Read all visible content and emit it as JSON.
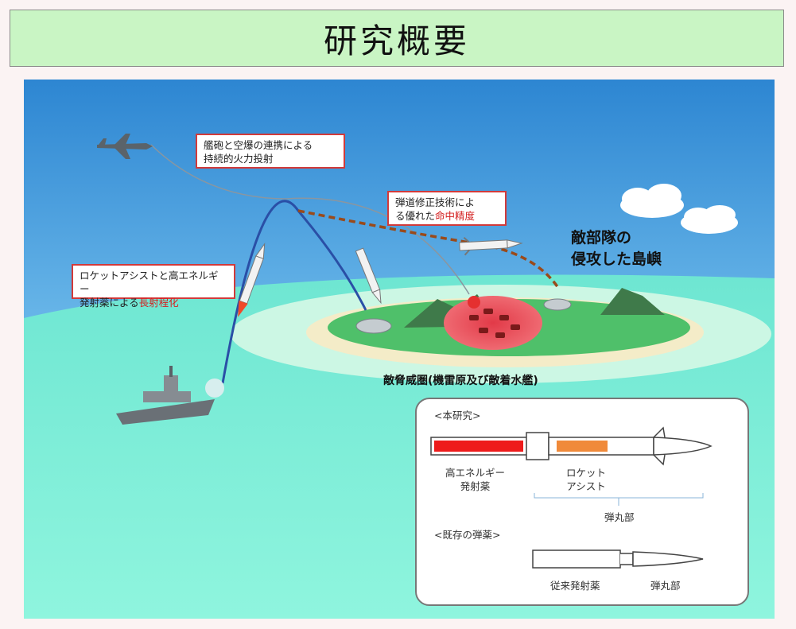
{
  "title": "研究概要",
  "callouts": {
    "fire_line1": "艦砲と空爆の連携による",
    "fire_line2": "持続的火力投射",
    "accuracy_line1": "弾道修正技術によ",
    "accuracy_line2_prefix": "る優れた",
    "accuracy_highlight": "命中精度",
    "range_line1": "ロケットアシストと高エネルギー",
    "range_line2_prefix": "発射薬による",
    "range_highlight": "長射程化"
  },
  "enemy_label_line1": "敵部隊の",
  "enemy_label_line2": "侵攻した島嶼",
  "threat_zone_label": "敵脅威圏(機雷原及び敵着水艦)",
  "inset": {
    "this_study_label": "<本研究>",
    "high_energy_line1": "高エネルギー",
    "high_energy_line2": "発射薬",
    "rocket_line1": "ロケット",
    "rocket_line2": "アシスト",
    "warhead_label": "弾丸部",
    "existing_label": "<既存の弾薬>",
    "conventional_label": "従来発射薬",
    "existing_warhead_label": "弾丸部"
  },
  "colors": {
    "title_bg": "#c9f5c4",
    "callout_border": "#d23a3a",
    "highlight_text": "#d42020",
    "sea": "#7ff0d8",
    "sky": "#2d86d2",
    "island": "#4fc06a",
    "threat_zone": "#e8505a",
    "propellant_red": "#ee1c1c",
    "rocket_orange": "#f08a3a"
  }
}
